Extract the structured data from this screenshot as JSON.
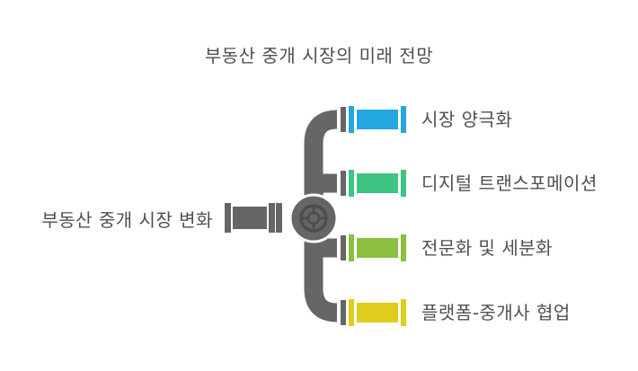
{
  "title": "부동산 중개 시장의 미래 전망",
  "root": {
    "label": "부동산 중개 시장 변화"
  },
  "branches": [
    {
      "label": "시장 양극화",
      "color": "#22a7df"
    },
    {
      "label": "디지털 트랜스포메이션",
      "color": "#3ec483"
    },
    {
      "label": "전문화 및 세분화",
      "color": "#8cbe3f"
    },
    {
      "label": "플랫폼-중개사 협업",
      "color": "#e0cc1d"
    }
  ],
  "colors": {
    "background": "#ffffff",
    "pipe_gray": "#666666",
    "valve_detail": "#4d4d4d",
    "text": "#4d5154"
  },
  "icons": {
    "center": "valve-wheel-icon",
    "connector": "pipe-segment"
  }
}
